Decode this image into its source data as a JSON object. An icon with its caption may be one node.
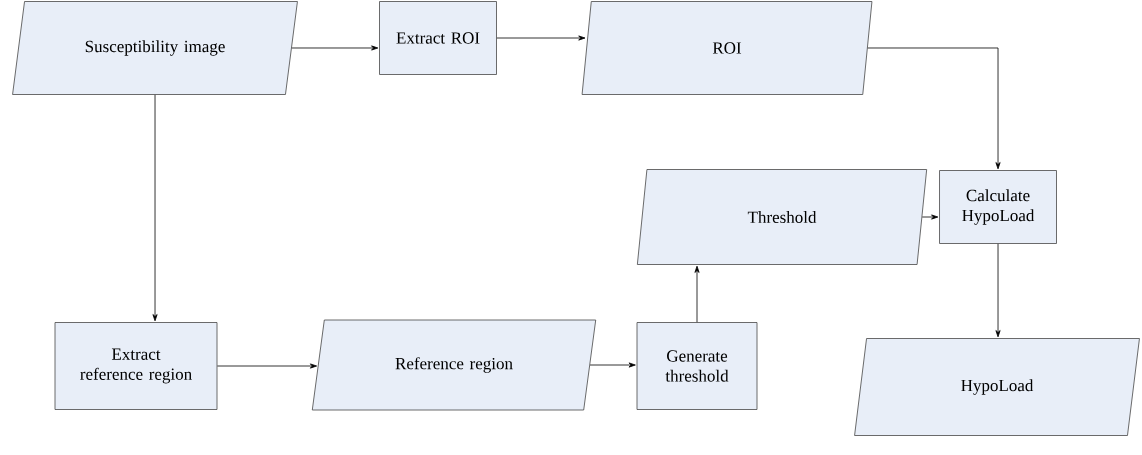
{
  "diagram": {
    "nodes": [
      {
        "text": [
          "Susceptibility image"
        ]
      },
      {
        "text": [
          "Extract ROI"
        ]
      },
      {
        "text": [
          "ROI"
        ]
      },
      {
        "text": [
          "Threshold"
        ]
      },
      {
        "text": [
          "Calculate HypoLoad"
        ]
      },
      {
        "text": [
          "Extract reference region"
        ]
      },
      {
        "text": [
          "Reference region"
        ]
      },
      {
        "text": [
          "Generate threshold"
        ]
      },
      {
        "text": [
          "HypoLoad"
        ]
      }
    ],
    "edges": [
      {
        "from": 0,
        "to": 1,
        "arrow": "to"
      },
      {
        "from": 1,
        "to": 2,
        "arrow": "to"
      },
      {
        "from": 2,
        "to": 4,
        "arrow": "to"
      },
      {
        "from": 0,
        "to": 5,
        "arrow": "to"
      },
      {
        "from": 5,
        "to": 6,
        "arrow": "to"
      },
      {
        "from": 6,
        "to": 7,
        "arrow": "to"
      },
      {
        "from": 7,
        "to": 3,
        "arrow": "to"
      },
      {
        "from": 3,
        "to": 4,
        "arrow": "to"
      },
      {
        "from": 4,
        "to": 8,
        "arrow": "to"
      }
    ]
  }
}
